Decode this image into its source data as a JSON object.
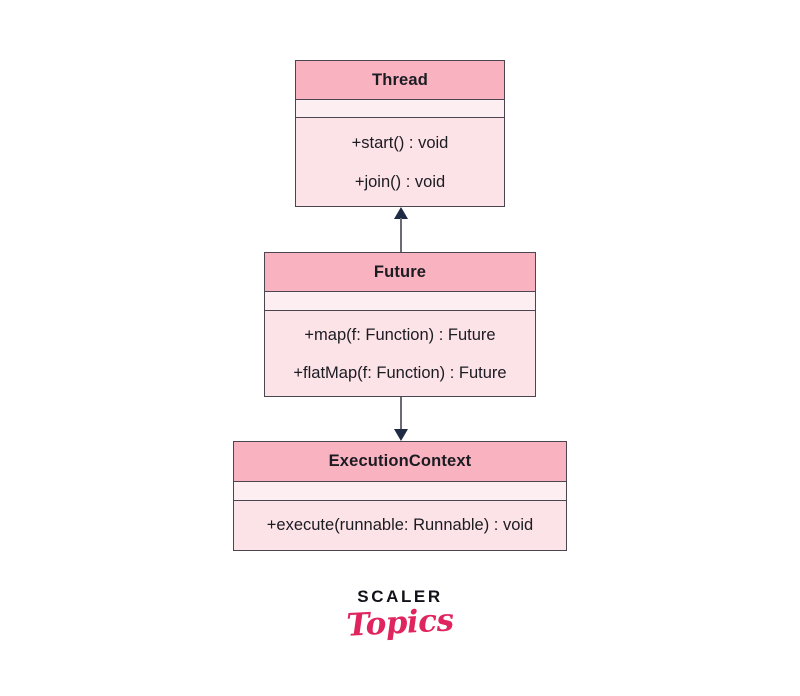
{
  "diagram": {
    "type": "uml-class-diagram",
    "background_color": "#ffffff",
    "classes": [
      {
        "id": "thread",
        "name": "Thread",
        "attributes": [],
        "methods": [
          "+start() : void",
          "+join() : void"
        ],
        "header_color": "#f9b3c0",
        "body_color": "#fce3e8",
        "border_color": "#4a4550"
      },
      {
        "id": "future",
        "name": "Future",
        "attributes": [],
        "methods": [
          "+map(f: Function) : Future",
          "+flatMap(f: Function) : Future"
        ],
        "header_color": "#f9b3c0",
        "body_color": "#fce3e8",
        "border_color": "#4a4550"
      },
      {
        "id": "executioncontext",
        "name": "ExecutionContext",
        "attributes": [],
        "methods": [
          "+execute(runnable: Runnable) : void"
        ],
        "header_color": "#f9b3c0",
        "body_color": "#fce3e8",
        "border_color": "#4a4550"
      }
    ],
    "connectors": [
      {
        "id": "future-to-thread",
        "from": "future",
        "to": "thread",
        "direction": "up",
        "arrow_style": "solid-triangle",
        "line_color": "#6d6a73",
        "arrow_color": "#1f2b44"
      },
      {
        "id": "future-to-executioncontext",
        "from": "future",
        "to": "executioncontext",
        "direction": "down",
        "arrow_style": "solid-triangle",
        "line_color": "#6d6a73",
        "arrow_color": "#1f2b44"
      }
    ]
  },
  "logo": {
    "primary": "SCALER",
    "secondary": "Topics",
    "primary_color": "#12121a",
    "secondary_color": "#e0245e"
  }
}
